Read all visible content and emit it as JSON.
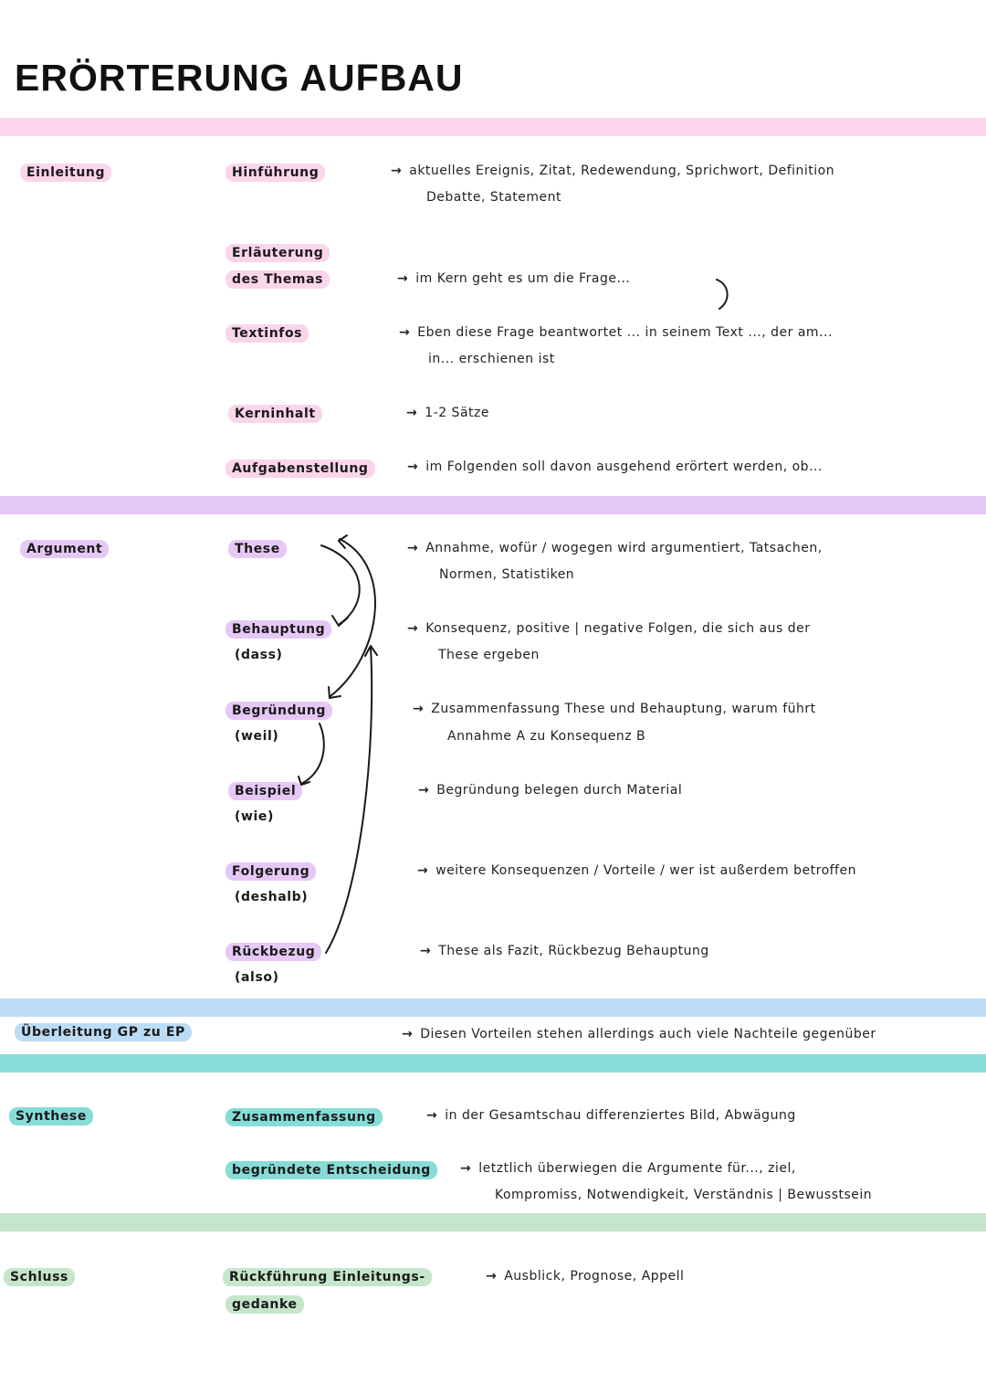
{
  "title": "ERÖRTERUNG AUFBAU",
  "colors": {
    "pink": "#fbd5ea",
    "lilac": "#e6c8f7",
    "blue": "#bcdcf6",
    "teal": "#86dcd7",
    "green": "#c5e6cb"
  },
  "einleitung": {
    "section": "Einleitung",
    "rows": [
      {
        "label": "Hinführung",
        "desc1": "aktuelles Ereignis, Zitat, Redewendung, Sprichwort, Definition",
        "desc2": "Debatte, Statement"
      },
      {
        "label1": "Erläuterung",
        "label2": "des Themas",
        "desc1": "im Kern geht es um die Frage..."
      },
      {
        "label": "Textinfos",
        "desc1": "Eben diese Frage beantwortet ... in seinem Text ..., der am...",
        "desc2": "in... erschienen ist"
      },
      {
        "label": "Kerninhalt",
        "desc1": "1-2 Sätze"
      },
      {
        "label": "Aufgabenstellung",
        "desc1": "im Folgenden soll davon ausgehend erörtert werden, ob..."
      }
    ]
  },
  "argument": {
    "section": "Argument",
    "rows": [
      {
        "label": "These",
        "desc1": "Annahme, wofür / wogegen wird argumentiert, Tatsachen,",
        "desc2": "Normen, Statistiken"
      },
      {
        "label": "Behauptung",
        "sub": "(dass)",
        "desc1": "Konsequenz, positive | negative Folgen, die sich aus der",
        "desc2": "These ergeben"
      },
      {
        "label": "Begründung",
        "sub": "(weil)",
        "desc1": "Zusammenfassung These und Behauptung, warum führt",
        "desc2": "Annahme A zu Konsequenz B"
      },
      {
        "label": "Beispiel",
        "sub": "(wie)",
        "desc1": "Begründung belegen durch Material"
      },
      {
        "label": "Folgerung",
        "sub": "(deshalb)",
        "desc1": "weitere Konsequenzen / Vorteile / wer ist außerdem betroffen"
      },
      {
        "label": "Rückbezug",
        "sub": "(also)",
        "desc1": "These als Fazit, Rückbezug Behauptung"
      }
    ]
  },
  "ueberleitung": {
    "section": "Überleitung GP zu EP",
    "desc1": "Diesen Vorteilen stehen allerdings auch viele Nachteile gegenüber"
  },
  "synthese": {
    "section": "Synthese",
    "rows": [
      {
        "label": "Zusammenfassung",
        "desc1": "in der Gesamtschau differenziertes Bild, Abwägung"
      },
      {
        "label": "begründete Entscheidung",
        "desc1": "letztlich überwiegen die Argumente für..., ziel,",
        "desc2": "Kompromiss, Notwendigkeit, Verständnis | Bewusstsein"
      }
    ]
  },
  "schluss": {
    "section": "Schluss",
    "label1": "Rückführung Einleitungs-",
    "label2": "gedanke",
    "desc1": "Ausblick, Prognose, Appell"
  }
}
